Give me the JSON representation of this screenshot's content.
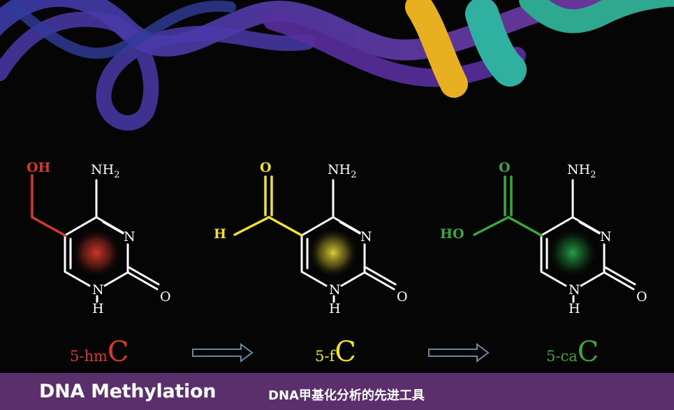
{
  "colors": {
    "background": "#050505",
    "banner": "#5a2f6c",
    "hmc": "#d63a2a",
    "fc": "#f2e12c",
    "cac": "#3aa83a",
    "arrow": "#6b86a6",
    "bond": "#ffffff"
  },
  "molecules": [
    {
      "name": "5-hmC",
      "label_prefix": "5-hm",
      "label_base": "C",
      "color": "#d63a2a",
      "substituent_atoms": [
        "OH"
      ],
      "amine": "NH",
      "amine_sub": "2",
      "ring_n": "N",
      "ring_nh": "N",
      "ring_h": "H",
      "carbonyl_o": "O"
    },
    {
      "name": "5-fC",
      "label_prefix": "5-f",
      "label_base": "C",
      "color": "#f2e12c",
      "substituent_atoms": [
        "O",
        "H"
      ],
      "amine": "NH",
      "amine_sub": "2",
      "ring_n": "N",
      "ring_nh": "N",
      "ring_h": "H",
      "carbonyl_o": "O"
    },
    {
      "name": "5-caC",
      "label_prefix": "5-ca",
      "label_base": "C",
      "color": "#3aa83a",
      "substituent_atoms": [
        "O",
        "HO"
      ],
      "amine": "NH",
      "amine_sub": "2",
      "ring_n": "N",
      "ring_nh": "N",
      "ring_h": "H",
      "carbonyl_o": "O"
    }
  ],
  "arrows": [
    {
      "from": "5-hmC",
      "to": "5-fC",
      "icon": "outline-arrow-icon"
    },
    {
      "from": "5-fC",
      "to": "5-caC",
      "icon": "outline-arrow-icon"
    }
  ],
  "banner": {
    "title": "DNA Methylation",
    "subtitle": "DNA甲基化分析的先进工具"
  },
  "background_image": "dna-double-helix"
}
